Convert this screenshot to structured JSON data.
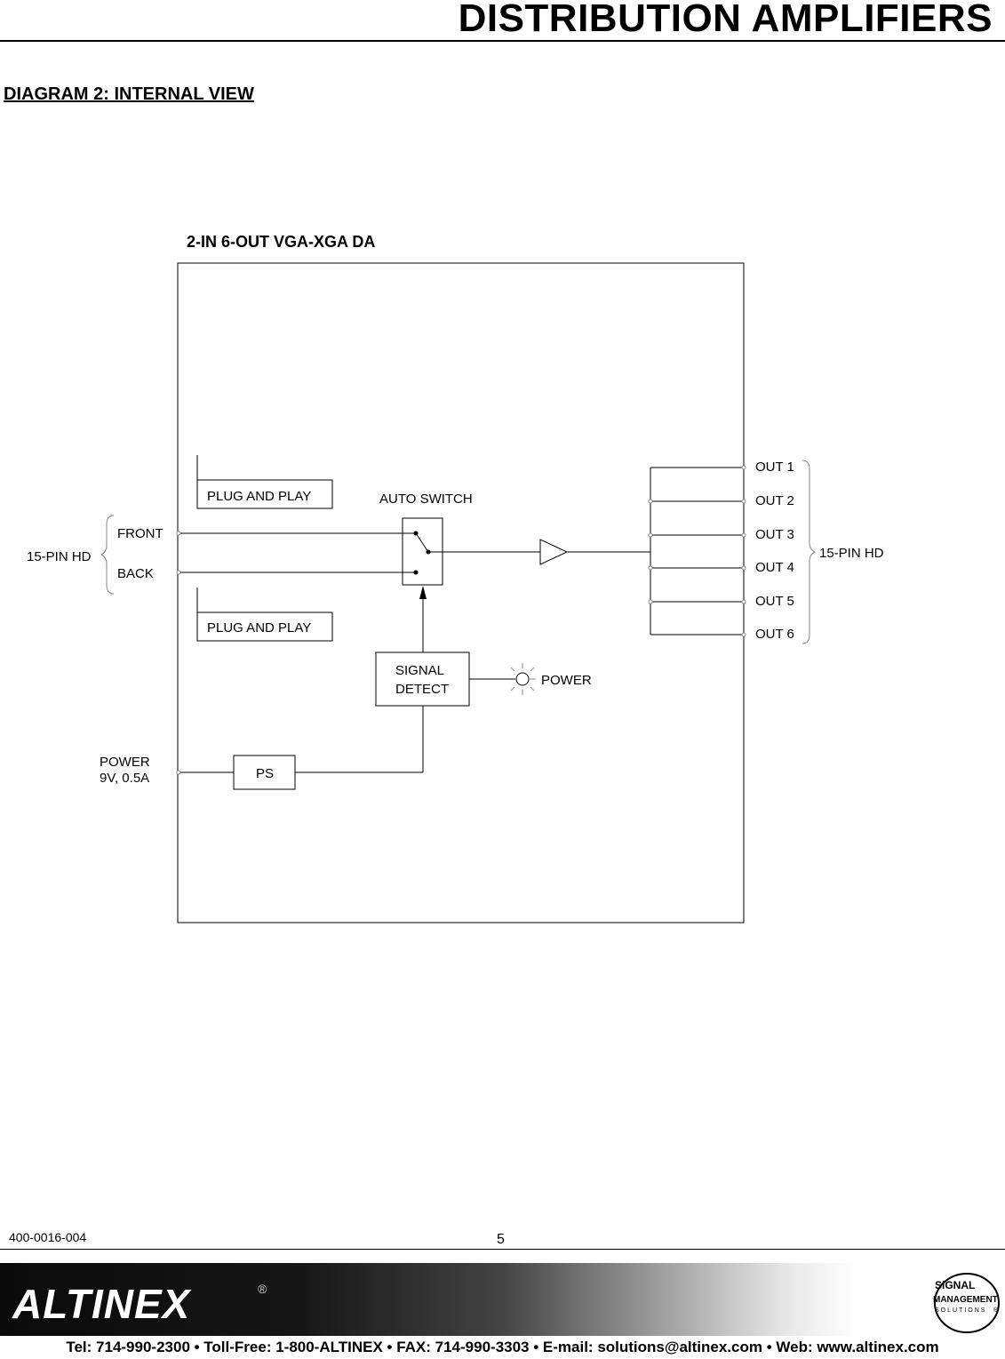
{
  "header": {
    "title": "DISTRIBUTION AMPLIFIERS"
  },
  "section": {
    "title": "DIAGRAM 2: INTERNAL VIEW"
  },
  "diagram": {
    "title": "2-IN 6-OUT VGA-XGA DA",
    "input_connector_label": "15-PIN HD",
    "inputs": [
      "FRONT",
      "BACK"
    ],
    "plug_and_play_label": "PLUG AND PLAY",
    "auto_switch_label": "AUTO SWITCH",
    "signal_detect_label": {
      "line1": "SIGNAL",
      "line2": "DETECT"
    },
    "power_led_label": "POWER",
    "power_input_label": {
      "line1": "POWER",
      "line2": "9V, 0.5A"
    },
    "ps_label": "PS",
    "outputs": [
      "OUT 1",
      "OUT 2",
      "OUT 3",
      "OUT 4",
      "OUT 5",
      "OUT 6"
    ],
    "output_connector_label": "15-PIN HD"
  },
  "footer": {
    "doc_number": "400-0016-004",
    "page_number": "5",
    "brand": "ALTINEX",
    "brand_mark": "®",
    "sms_logo": {
      "line1": "SiGNAL",
      "line2": "MANAGEMENT",
      "line3": "SOLUTIONS",
      "mark": "®"
    },
    "contact": "Tel: 714-990-2300 • Toll-Free: 1-800-ALTINEX • FAX: 714-990-3303 • E-mail: solutions@altinex.com • Web: www.altinex.com"
  },
  "colors": {
    "ink": "#000000",
    "band_dark": "#0a0a0a",
    "band_light": "#ffffff"
  }
}
